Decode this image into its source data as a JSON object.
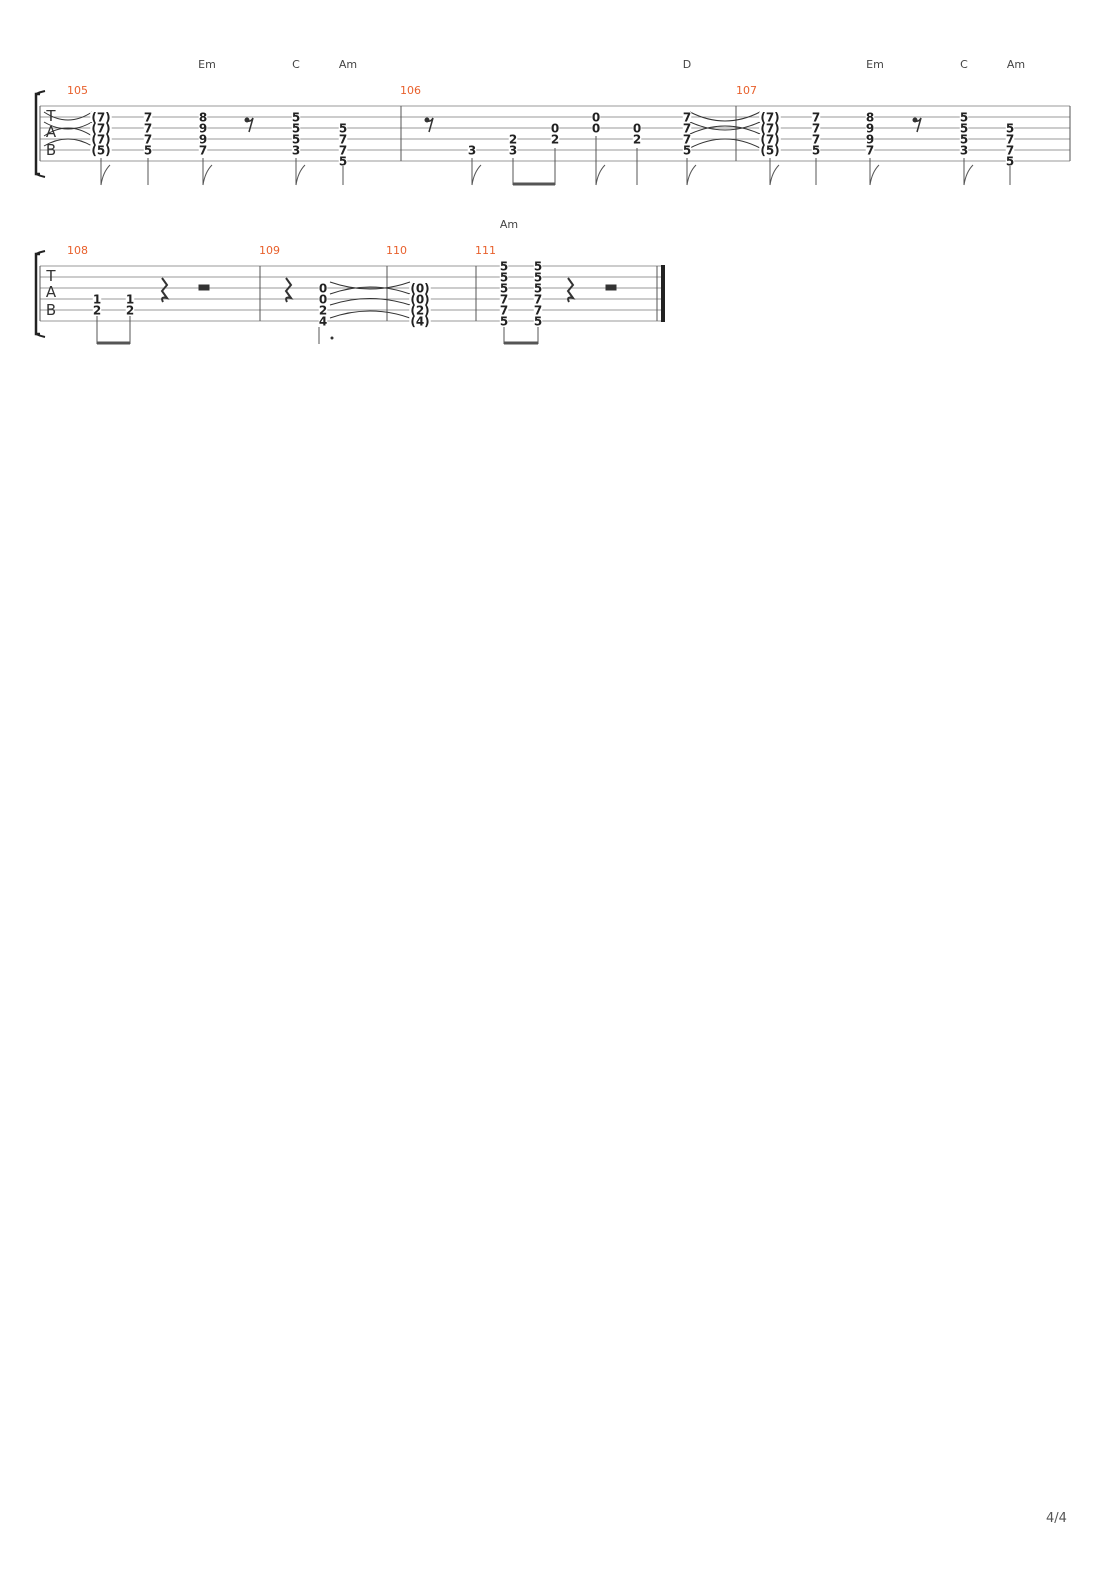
{
  "page_number": "4/4",
  "systems": [
    {
      "measures": [
        {
          "number": "105",
          "chords": [
            "Em",
            "C",
            "Am"
          ]
        },
        {
          "number": "106",
          "chords": [
            "D"
          ]
        },
        {
          "number": "107",
          "chords": [
            "Em",
            "C",
            "Am"
          ]
        }
      ]
    },
    {
      "measures": [
        {
          "number": "108",
          "chords": []
        },
        {
          "number": "109",
          "chords": []
        },
        {
          "number": "110",
          "chords": []
        },
        {
          "number": "111",
          "chords": [
            "Am"
          ]
        }
      ]
    }
  ],
  "tab_clef": [
    "T",
    "A",
    "B"
  ],
  "notes": [
    {
      "group": "m105-b1",
      "frets": {
        "2": "(7)",
        "3": "(7)",
        "4": "(7)",
        "5": "(5)"
      }
    },
    {
      "group": "m105-b2",
      "frets": {
        "2": "7",
        "3": "7",
        "4": "7",
        "5": "5"
      }
    },
    {
      "group": "m105-b3",
      "frets": {
        "2": "8",
        "3": "9",
        "4": "9",
        "5": "7"
      }
    },
    {
      "group": "m105-b4",
      "frets": {
        "2": "5",
        "3": "5",
        "4": "5",
        "5": "3"
      }
    },
    {
      "group": "m105-b5",
      "frets": {
        "3": "5",
        "4": "7",
        "5": "7",
        "6": "5"
      }
    },
    {
      "group": "m106-b1",
      "frets": {
        "5": "3"
      }
    },
    {
      "group": "m106-b2",
      "frets": {
        "4": "2",
        "5": "3"
      }
    },
    {
      "group": "m106-b3",
      "frets": {
        "3": "0",
        "4": "2"
      }
    },
    {
      "group": "m106-b4",
      "frets": {
        "2": "0",
        "3": "0"
      }
    },
    {
      "group": "m106-b5",
      "frets": {
        "3": "0",
        "4": "2"
      }
    },
    {
      "group": "m106-b6",
      "frets": {
        "2": "7",
        "3": "7",
        "4": "7",
        "5": "5"
      }
    },
    {
      "group": "m107-b1",
      "frets": {
        "2": "(7)",
        "3": "(7)",
        "4": "(7)",
        "5": "(5)"
      }
    },
    {
      "group": "m107-b2",
      "frets": {
        "2": "7",
        "3": "7",
        "4": "7",
        "5": "5"
      }
    },
    {
      "group": "m107-b3",
      "frets": {
        "2": "8",
        "3": "9",
        "4": "9",
        "5": "7"
      }
    },
    {
      "group": "m107-b4",
      "frets": {
        "2": "5",
        "3": "5",
        "4": "5",
        "5": "3"
      }
    },
    {
      "group": "m107-b5",
      "frets": {
        "3": "5",
        "4": "7",
        "5": "7",
        "6": "5"
      }
    },
    {
      "group": "m108-b1",
      "frets": {
        "4": "1",
        "5": "2"
      }
    },
    {
      "group": "m108-b2",
      "frets": {
        "4": "1",
        "5": "2"
      }
    },
    {
      "group": "m109-b1",
      "frets": {
        "3": "0",
        "4": "0",
        "5": "2",
        "6": "4"
      }
    },
    {
      "group": "m110-b1",
      "frets": {
        "3": "(0)",
        "4": "(0)",
        "5": "(2)",
        "6": "(4)"
      }
    },
    {
      "group": "m111-b1",
      "frets": {
        "1": "5",
        "2": "5",
        "3": "5",
        "4": "7",
        "5": "7",
        "6": "5"
      }
    },
    {
      "group": "m111-b2",
      "frets": {
        "1": "5",
        "2": "5",
        "3": "5",
        "4": "7",
        "5": "7",
        "6": "5"
      }
    }
  ],
  "colors": {
    "measure_number": "#e8602c",
    "staff_line": "#9a9a9a",
    "text": "#222222",
    "chord": "#444444"
  }
}
